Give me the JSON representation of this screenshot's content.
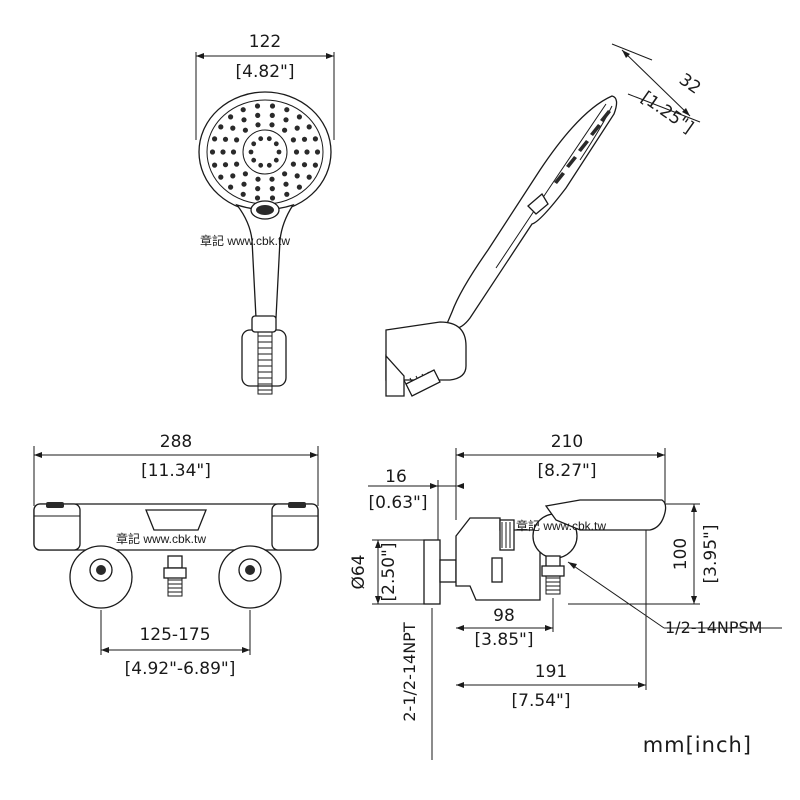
{
  "watermarks": {
    "hand_shower_front": "章記 www.cbk.tw",
    "thermostat_front": "章記 www.cbk.tw",
    "thermostat_side": "章記 www.cbk.tw"
  },
  "units_label": "mm[inch]",
  "hand_shower": {
    "head_width": {
      "mm": "122",
      "inch": "[4.82\"]"
    },
    "head_depth": {
      "mm": "32",
      "inch": "[1.25\"]"
    }
  },
  "mixer_front": {
    "overall_width": {
      "mm": "288",
      "inch": "[11.34\"]"
    },
    "inlet_centers": {
      "mm": "125-175",
      "inch": "[4.92\"-6.89\"]"
    }
  },
  "mixer_side": {
    "overall_depth": {
      "mm": "210",
      "inch": "[8.27\"]"
    },
    "wall_offset": {
      "mm": "16",
      "inch": "[0.63\"]"
    },
    "flange_diameter": {
      "mm": "Ø64",
      "inch": "[2.50\"]"
    },
    "height": {
      "mm": "100",
      "inch": "[3.95\"]"
    },
    "outlet_center": {
      "mm": "98",
      "inch": "[3.85\"]"
    },
    "spout_reach": {
      "mm": "191",
      "inch": "[7.54\"]"
    },
    "outlet_thread": "1/2-14NPSM",
    "inlet_thread": "2-1/2-14NPT"
  }
}
